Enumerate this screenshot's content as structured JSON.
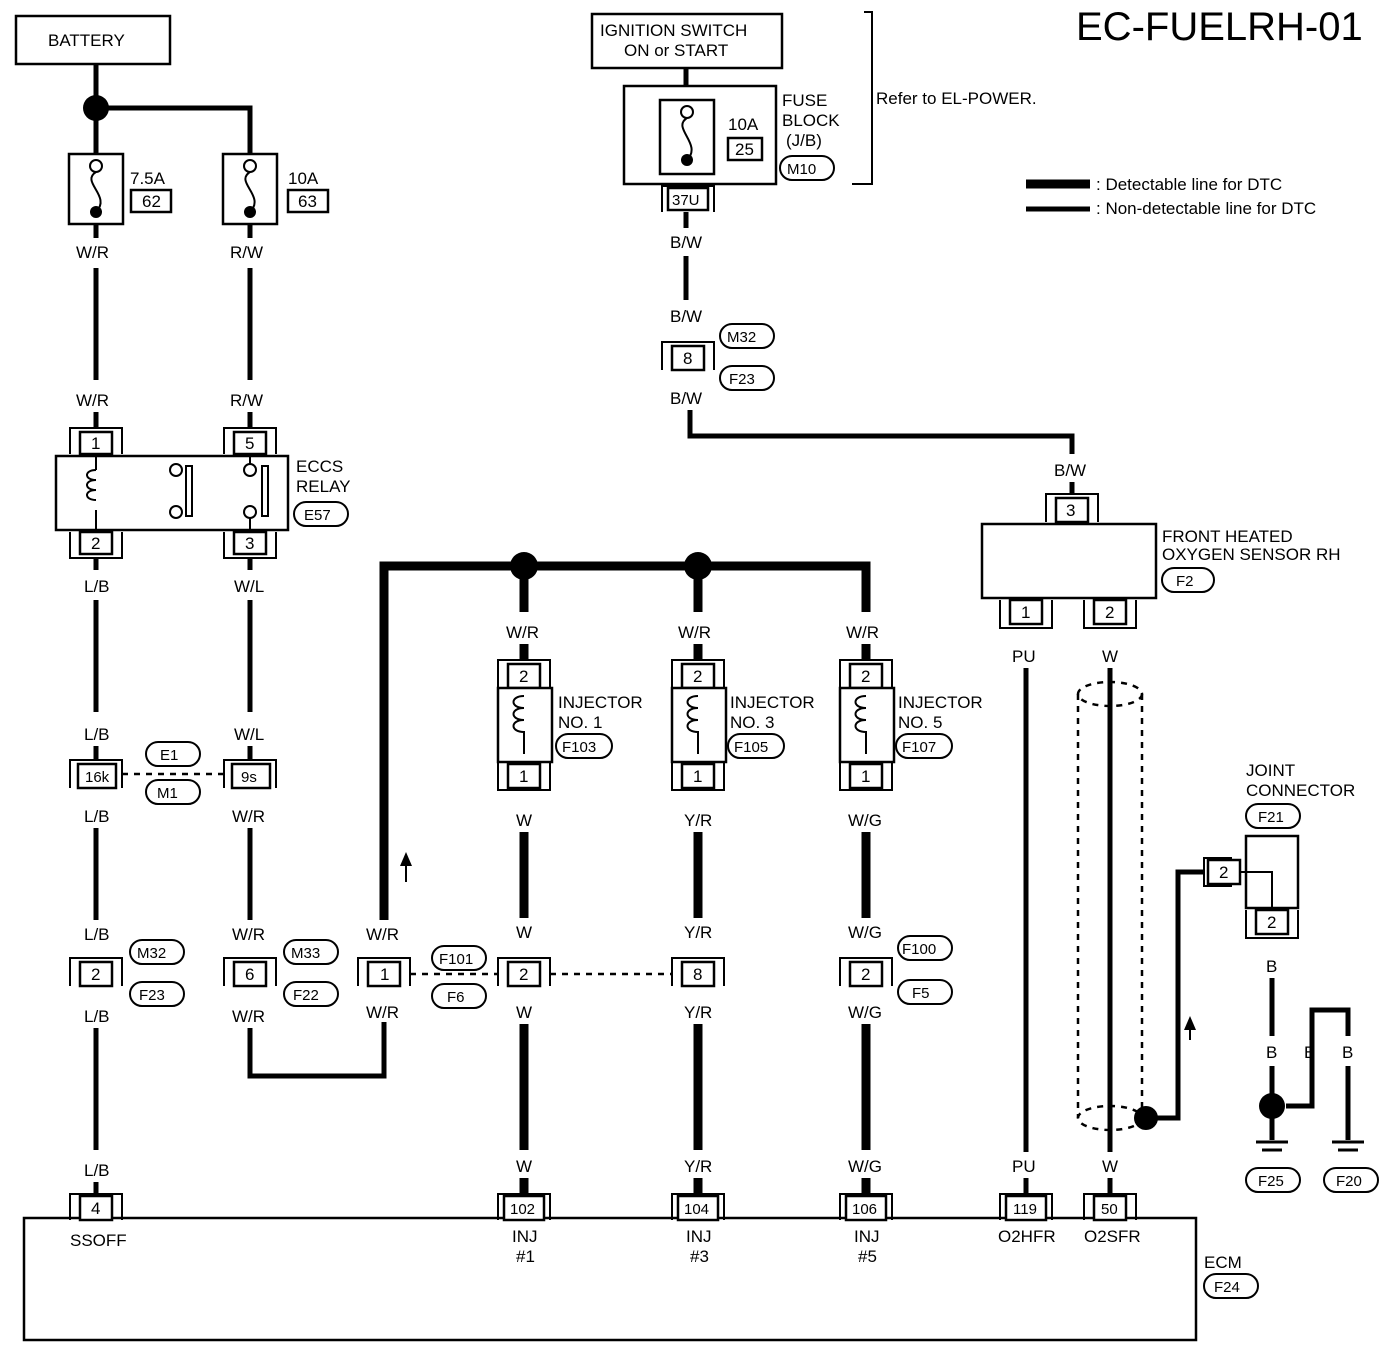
{
  "title": "EC-FUELRH-01",
  "battery": "BATTERY",
  "ignition": {
    "line1": "IGNITION SWITCH",
    "line2": "ON or START"
  },
  "refer_note": "Refer to EL-POWER.",
  "fuse_block": {
    "label1": "FUSE",
    "label2": "BLOCK",
    "label3": "(J/B)",
    "rating": "10A",
    "num": "25",
    "conn": "M10",
    "terminal": "37U"
  },
  "fuse62": {
    "rating": "7.5A",
    "num": "62"
  },
  "fuse63": {
    "rating": "10A",
    "num": "63"
  },
  "legend": {
    "detectable": ": Detectable line for DTC",
    "nondetectable": ": Non-detectable line for DTC"
  },
  "relay": {
    "line1": "ECCS",
    "line2": "RELAY",
    "conn": "E57",
    "pins": [
      "1",
      "5",
      "2",
      "3"
    ]
  },
  "wires": {
    "wr": "W/R",
    "rw": "R/W",
    "lb": "L/B",
    "wl": "W/L",
    "bw": "B/W",
    "w": "W",
    "yr": "Y/R",
    "wg": "W/G",
    "pu": "PU",
    "b": "B"
  },
  "connectors": {
    "c16k": "16k",
    "c9s": "9s",
    "e1": "E1",
    "m1": "M1",
    "c2": "2",
    "m32": "M32",
    "f23": "F23",
    "c6": "6",
    "m33": "M33",
    "f22": "F22",
    "c1": "1",
    "f101": "F101",
    "f6": "F6",
    "c8": "8",
    "f100": "F100",
    "f5": "F5",
    "pin3": "3"
  },
  "injectors": [
    {
      "line1": "INJECTOR",
      "line2": "NO. 1",
      "conn": "F103",
      "top": "2",
      "bot": "1",
      "ecm_pin": "102",
      "ecm_label1": "INJ",
      "ecm_label2": "#1"
    },
    {
      "line1": "INJECTOR",
      "line2": "NO. 3",
      "conn": "F105",
      "top": "2",
      "bot": "1",
      "ecm_pin": "104",
      "ecm_label1": "INJ",
      "ecm_label2": "#3"
    },
    {
      "line1": "INJECTOR",
      "line2": "NO. 5",
      "conn": "F107",
      "top": "2",
      "bot": "1",
      "ecm_pin": "106",
      "ecm_label1": "INJ",
      "ecm_label2": "#5"
    }
  ],
  "o2sensor": {
    "line1": "FRONT HEATED",
    "line2": "OXYGEN SENSOR RH",
    "conn": "F2",
    "pin_top": "3",
    "pin1": "1",
    "pin2": "2"
  },
  "joint": {
    "line1": "JOINT",
    "line2": "CONNECTOR",
    "conn": "F21",
    "pin_a": "2",
    "pin_b": "2"
  },
  "grounds": [
    "F25",
    "F20"
  ],
  "ecm": {
    "name": "ECM",
    "conn": "F24",
    "pins": [
      {
        "num": "4",
        "label": "SSOFF"
      },
      {
        "num": "119",
        "label": "O2HFR"
      },
      {
        "num": "50",
        "label": "O2SFR"
      }
    ]
  }
}
